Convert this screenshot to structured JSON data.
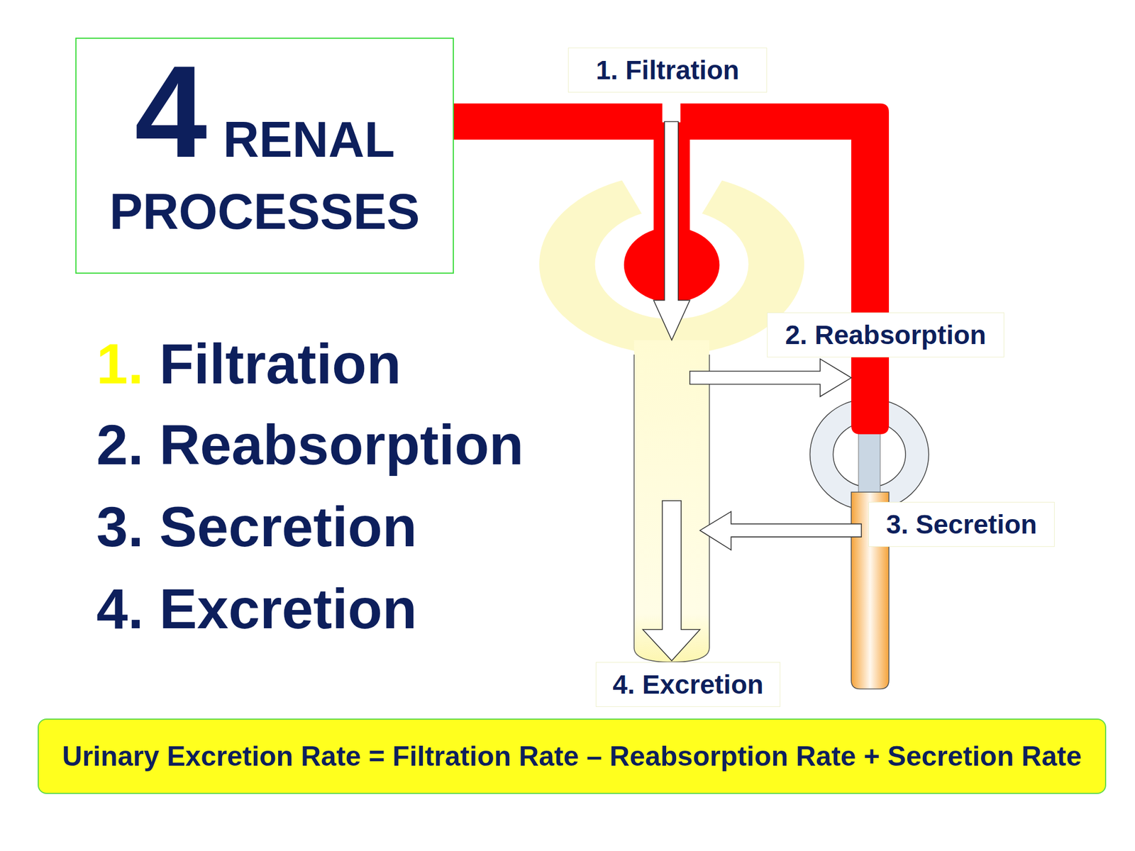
{
  "diagram": {
    "nodes": [
      {
        "text": [
          "4",
          "RENAL PROCESSES"
        ]
      },
      {
        "text": [
          "1. Filtration"
        ]
      },
      {
        "text": [
          "2. Reabsorption"
        ]
      },
      {
        "text": [
          "3. Secretion"
        ]
      },
      {
        "text": [
          "4. Excretion"
        ]
      },
      {
        "text": [
          "Urinary Excretion Rate = Filtration Rate – Reabsorption Rate + Secretion Rate"
        ]
      }
    ],
    "labels": [
      "1. Filtration",
      "2. Reabsorption",
      "3. Secretion",
      "4. Excretion"
    ]
  }
}
